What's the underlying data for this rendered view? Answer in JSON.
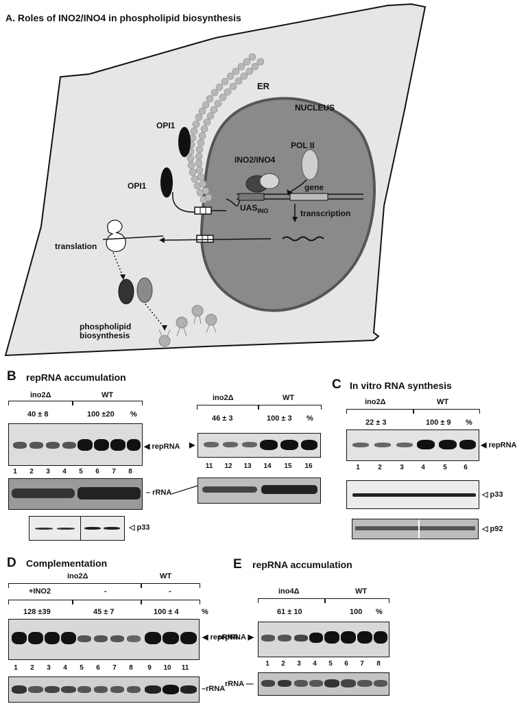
{
  "panel_a": {
    "title": "A. Roles of INO2/INO4 in phospholipid biosynthesis",
    "labels": {
      "er": "ER",
      "nucleus": "NUCLEUS",
      "opi1_top": "OPI1",
      "opi1_mid": "OPI1",
      "pol2": "POL II",
      "ino2ino4": "INO2/INO4",
      "gene": "gene",
      "uas": "UAS",
      "uas_sub": "INO",
      "transcription": "transcription",
      "translation": "translation",
      "phospholipid_1": "phospholipid",
      "phospholipid_2": "biosynthesis"
    }
  },
  "panel_b": {
    "letter": "B",
    "title": "repRNA accumulation",
    "group_left": {
      "mutant": "ino2Δ",
      "wt": "WT",
      "mutant_value": "40 ± 8",
      "wt_value": "100 ±20",
      "unit": "%"
    },
    "group_right": {
      "mutant": "ino2Δ",
      "wt": "WT",
      "mutant_value": "46 ± 3",
      "wt_value": "100 ± 3",
      "unit": "%"
    },
    "lanes_left": [
      "1",
      "2",
      "3",
      "4",
      "5",
      "6",
      "7",
      "8"
    ],
    "lanes_right": [
      "11",
      "12",
      "13",
      "14",
      "15",
      "16"
    ],
    "reprna_label": "◀ repRNA",
    "reprna_right_arrow": "▶",
    "rrna_label": "– rRNA",
    "p33_label": "◁ p33"
  },
  "panel_c": {
    "letter": "C",
    "title": "In vitro RNA synthesis",
    "mutant": "ino2Δ",
    "wt": "WT",
    "mutant_value": "22 ± 3",
    "wt_value": "100 ± 9",
    "unit": "%",
    "lanes": [
      "1",
      "2",
      "3",
      "4",
      "5",
      "6"
    ],
    "reprna_label": "◀ repRNA",
    "p33_label": "◁ p33",
    "p92_label": "◁ p92"
  },
  "panel_d": {
    "letter": "D",
    "title": "Complementation",
    "mutant": "ino2Δ",
    "wt": "WT",
    "cond_1": "+INO2",
    "cond_2": "-",
    "cond_3": "-",
    "value_1": "128 ±39",
    "value_2": "45 ± 7",
    "value_3": "100 ± 4",
    "unit": "%",
    "lanes": [
      "1",
      "2",
      "3",
      "4",
      "5",
      "6",
      "7",
      "8",
      "9",
      "10",
      "11"
    ],
    "reprna_label": "◀ repRNA",
    "rrna_label": "–rRNA"
  },
  "panel_e": {
    "letter": "E",
    "title": "repRNA accumulation",
    "mutant": "ino4Δ",
    "wt": "WT",
    "mutant_value": "61 ± 10",
    "wt_value": "100",
    "unit": "%",
    "lanes": [
      "1",
      "2",
      "3",
      "4",
      "5",
      "6",
      "7",
      "8"
    ],
    "reprna_label": "repRNA ▶",
    "rrna_label": "rRNA —"
  },
  "colors": {
    "cell": "#e8e8e8",
    "nucleus": "#8a8a8a",
    "band_dark": "#1a1a1a",
    "band_light": "#444444"
  }
}
